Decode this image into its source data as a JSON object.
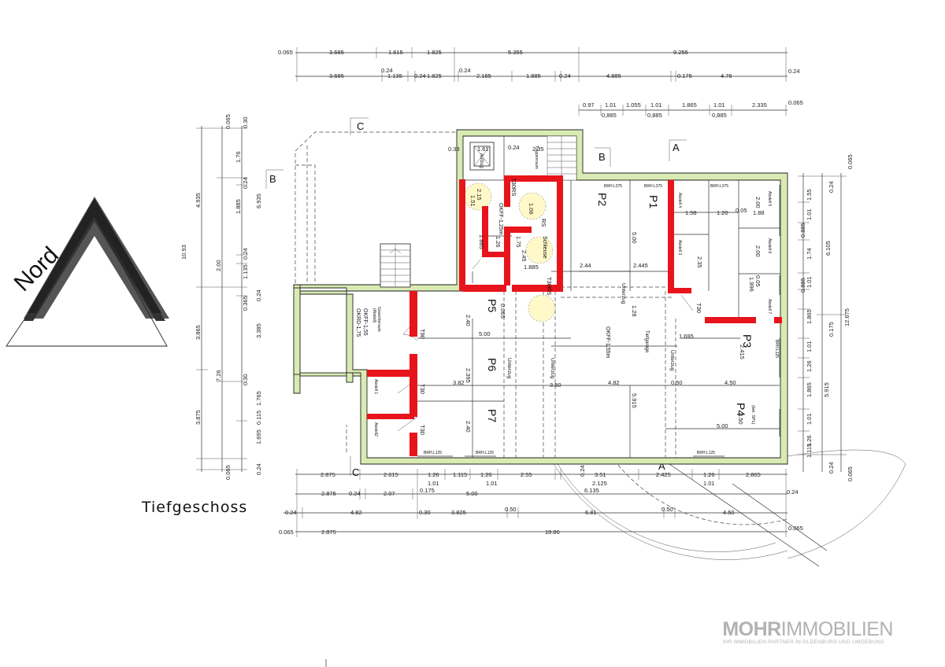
{
  "plan": {
    "title": "Tiefgeschoss",
    "north_label": "Nord",
    "section_markers": [
      "A",
      "B",
      "C"
    ],
    "dims_top_1": [
      "0.065",
      "3.685",
      "1.615",
      "1.825",
      "5.355",
      "9.255"
    ],
    "dims_top_2": [
      "3.685",
      "0.24",
      "1.135",
      "0.24",
      "1.825",
      "0.24",
      "2.185",
      "1.885",
      "0.24",
      "4.885",
      "0.175",
      "4.76",
      "0.24"
    ],
    "dims_top_3a": [
      "0.97",
      "1.01",
      "1.055",
      "1.01",
      "1.865",
      "1.01",
      "2.335",
      "0.065"
    ],
    "dims_top_3b": [
      "0,885",
      "0,885",
      "0,885"
    ],
    "dims_left_1": [
      "0.065",
      "4.935",
      "10.93",
      "3.865",
      "3.875",
      "0.065"
    ],
    "dims_left_2": [
      "6.935",
      "3.385",
      "7.26",
      "1.765",
      "1.695"
    ],
    "dims_left_3": [
      "0.30",
      "1.76",
      "0.24",
      "1.885",
      "0.24",
      "1.135",
      "2.00",
      "0.365",
      "0.24",
      "0.30",
      "0.115",
      "0.24"
    ],
    "dims_right_1": [
      "0.065",
      "0.24",
      "1.55",
      "1.01",
      "0.885",
      "1.74",
      "1.01",
      "0.885",
      "1.865",
      "0.175",
      "1.01",
      "1.26",
      "1.865",
      "5.915",
      "1.01",
      "1.26",
      "1.115",
      "0.24",
      "0.065"
    ],
    "dims_right_2": [
      "6.105",
      "12.675"
    ],
    "dims_bottom_1": [
      "2.875",
      "2.615",
      "1.26",
      "1.115",
      "1.26",
      "2.55",
      "0.24",
      "3.51",
      "2.425",
      "1.26",
      "2.865"
    ],
    "dims_bottom_2": [
      "1.01",
      "1.01",
      "2.125",
      "1.01"
    ],
    "dims_bottom_3": [
      "2.875",
      "0.24",
      "2.07",
      "0.175",
      "5.00",
      "6.135",
      "0.24"
    ],
    "dims_bottom_4": [
      "0.24",
      "4.82",
      "0.30",
      "3.825",
      "0.50",
      "6.81",
      "0.50",
      "4.50"
    ],
    "dims_bottom_5": [
      "0.065",
      "2.875",
      "18.86",
      "0.065"
    ],
    "rooms": {
      "p1": "P1",
      "p2": "P2",
      "p3": "P3",
      "p4": "P4",
      "p4_sub": "(bel. SPL)",
      "p5": "P5",
      "p6": "P6",
      "p7": "P7"
    },
    "labels": {
      "aufzug": "Aufzug",
      "treppenraum": "Treppenraum",
      "okff_125": "OKFF-1,25m",
      "t30rs_1": "T30RS",
      "t30rs_2": "T30RS",
      "rs": "RS",
      "schleuse": "Schleuse",
      "gewerbe1": "Gewerberaum",
      "gewerbe2": "(Abstell)",
      "okff_155": "OKFF-1,55",
      "okrd_175": "OKRD-1,75",
      "okff_155m": "OKFF-1,55m",
      "tiefgarage": "Tiefgarage",
      "unterzug": "Unterzug",
      "abstell1": "Abstell 1",
      "abstell2": "Abstell2",
      "abstell3": "Abstell 3",
      "abstell4": "Abstell 4",
      "abstell5": "Abstell 5",
      "abstell6": "Abstell 6",
      "abstell7": "Abstell 7",
      "t30": "T30",
      "t90": "T90",
      "brh": "BRH.L125",
      "brh375": "BRH.L375"
    },
    "inner_dims": [
      "2.44",
      "2.445",
      "5.00",
      "1.28",
      "1.695",
      "2.415",
      "4.82",
      "0.50",
      "4.50",
      "5.00",
      "5.915",
      "3.50",
      "2.40",
      "2.395",
      "2.40",
      "3.82",
      "5.00",
      "0.065",
      "3.50",
      "1.58",
      "1.20",
      "0.05",
      "1.88",
      "2.00",
      "2.35",
      "1.885",
      "1.61",
      "0.33",
      "0.24",
      "2.35",
      "1.51",
      "1.06",
      "1.885",
      "1.75",
      "2.15",
      "2.45",
      "1.26",
      "2.00",
      "0.05",
      "1.996"
    ]
  },
  "logo": {
    "brand_bold": "MOHR",
    "brand_light": "IMMOBILIEN",
    "slogan": "IHR IMMOBILIEN-PARTNER IN OLDENBURG UND UMGEBUNG"
  }
}
